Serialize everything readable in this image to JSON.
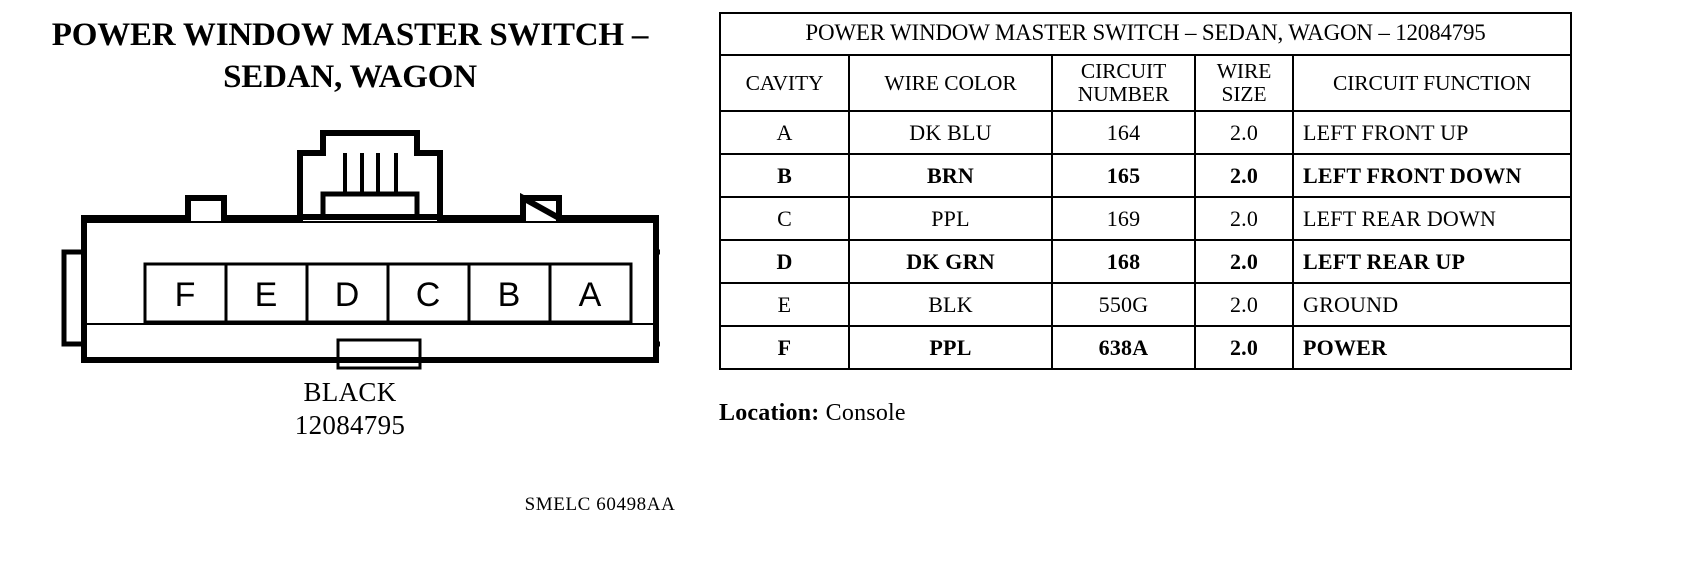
{
  "diagram": {
    "title_line1": "POWER WINDOW MASTER SWITCH –",
    "title_line2": "SEDAN, WAGON",
    "connector": {
      "cavity_labels": [
        "F",
        "E",
        "D",
        "C",
        "B",
        "A"
      ],
      "color_label": "BLACK",
      "part_number": "12084795"
    },
    "smelc_code": "SMELC 60498AA"
  },
  "table": {
    "title": "POWER WINDOW MASTER SWITCH – SEDAN, WAGON – 12084795",
    "headers": {
      "cavity": "CAVITY",
      "wire_color": "WIRE COLOR",
      "circuit_number_line1": "CIRCUIT",
      "circuit_number_line2": "NUMBER",
      "wire_size_line1": "WIRE",
      "wire_size_line2": "SIZE",
      "circuit_function": "CIRCUIT FUNCTION"
    },
    "rows": [
      {
        "cavity": "A",
        "wire_color": "DK BLU",
        "circuit_number": "164",
        "wire_size": "2.0",
        "circuit_function": "LEFT FRONT UP"
      },
      {
        "cavity": "B",
        "wire_color": "BRN",
        "circuit_number": "165",
        "wire_size": "2.0",
        "circuit_function": "LEFT FRONT DOWN"
      },
      {
        "cavity": "C",
        "wire_color": "PPL",
        "circuit_number": "169",
        "wire_size": "2.0",
        "circuit_function": "LEFT REAR DOWN"
      },
      {
        "cavity": "D",
        "wire_color": "DK GRN",
        "circuit_number": "168",
        "wire_size": "2.0",
        "circuit_function": "LEFT REAR UP"
      },
      {
        "cavity": "E",
        "wire_color": "BLK",
        "circuit_number": "550G",
        "wire_size": "2.0",
        "circuit_function": "GROUND"
      },
      {
        "cavity": "F",
        "wire_color": "PPL",
        "circuit_number": "638A",
        "wire_size": "2.0",
        "circuit_function": "POWER"
      }
    ]
  },
  "location": {
    "label": "Location:",
    "value": "Console"
  },
  "colors": {
    "ink": "#000000",
    "paper": "#ffffff"
  }
}
